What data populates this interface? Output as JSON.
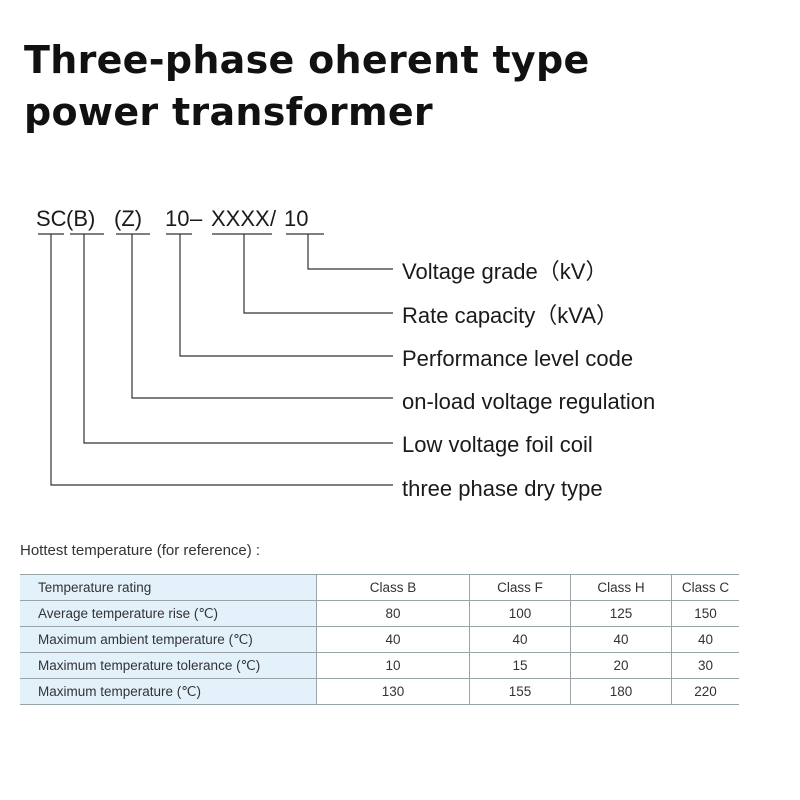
{
  "title": {
    "line1": "Three-phase oherent type",
    "line2": "power transformer"
  },
  "model_code": {
    "segments": [
      "SC",
      "(B)",
      "(Z)",
      "10",
      "–",
      "XXXX",
      "/",
      "10"
    ]
  },
  "code_meanings": [
    "Voltage grade（kV）",
    "Rate capacity（kVA）",
    "Performance level code",
    "on-load voltage regulation",
    "Low voltage foil coil",
    "three phase dry type"
  ],
  "temperature_note": "Hottest temperature (for reference) :",
  "temperature_table": {
    "header": [
      "Temperature rating",
      "Class B",
      "Class F",
      "Class H",
      "Class C"
    ],
    "rows": [
      [
        "Average temperature rise (℃)",
        "80",
        "100",
        "125",
        "150"
      ],
      [
        "Maximum ambient temperature (℃)",
        "40",
        "40",
        "40",
        "40"
      ],
      [
        "Maximum temperature tolerance (℃)",
        "10",
        "15",
        "20",
        "30"
      ],
      [
        "Maximum temperature (℃)",
        "130",
        "155",
        "180",
        "220"
      ]
    ]
  },
  "colors": {
    "label_column_bg": "#e3f1fb",
    "leader_line": "#333333",
    "table_border": "#9aa3a8"
  }
}
